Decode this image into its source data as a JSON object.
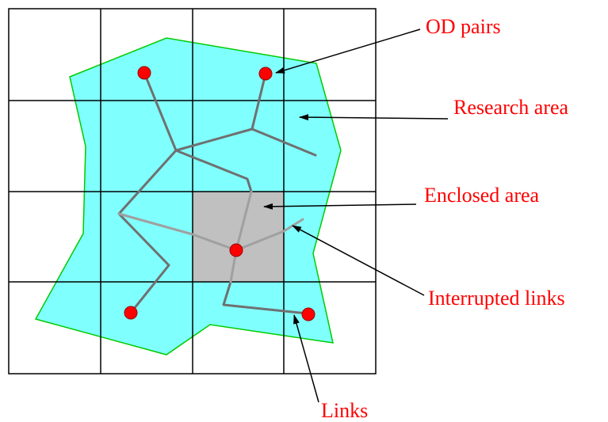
{
  "labels": {
    "od_pairs": "OD pairs",
    "research_area": "Research area",
    "enclosed_area": "Enclosed area",
    "interrupted_links": "Interrupted links",
    "links": "Links"
  },
  "colors": {
    "research_area_fill": "#80ffff",
    "research_area_border": "#00cc00",
    "enclosed_area_fill": "#c0c0c0",
    "od_node_fill": "#ff0000",
    "link_color": "#707070",
    "interrupted_link_color": "#a0a0a0",
    "grid_color": "#000000",
    "label_color": "#ff0000"
  }
}
